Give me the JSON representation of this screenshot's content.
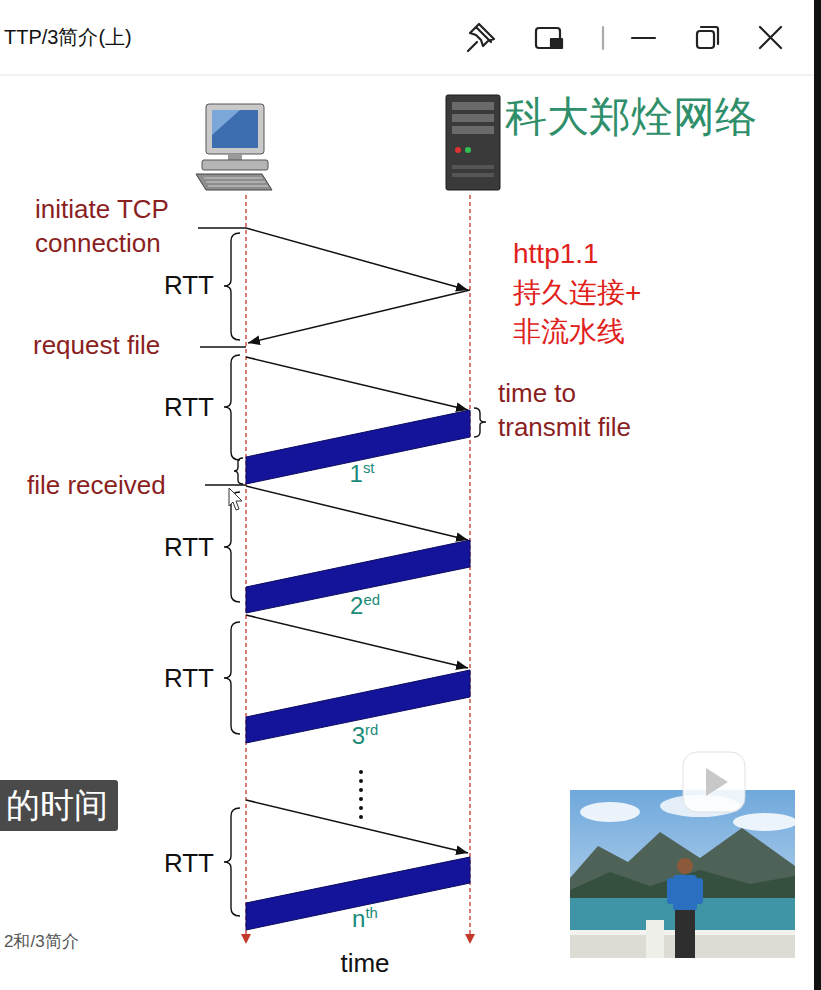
{
  "diagram": {
    "title": "TTP/3简介(上)",
    "nodes": [
      {
        "text": [
          "的时间"
        ]
      }
    ],
    "labels": [
      "科大郑烇网络",
      "initiate TCP connection",
      "RTT",
      "http1.1 持久连接+ 非流水线",
      "request file",
      "RTT",
      "time to transmit file",
      "file received",
      "1st",
      "RTT",
      "2ed",
      "RTT",
      "3rd",
      "RTT",
      "nth",
      "time",
      "2和/3简介"
    ]
  }
}
